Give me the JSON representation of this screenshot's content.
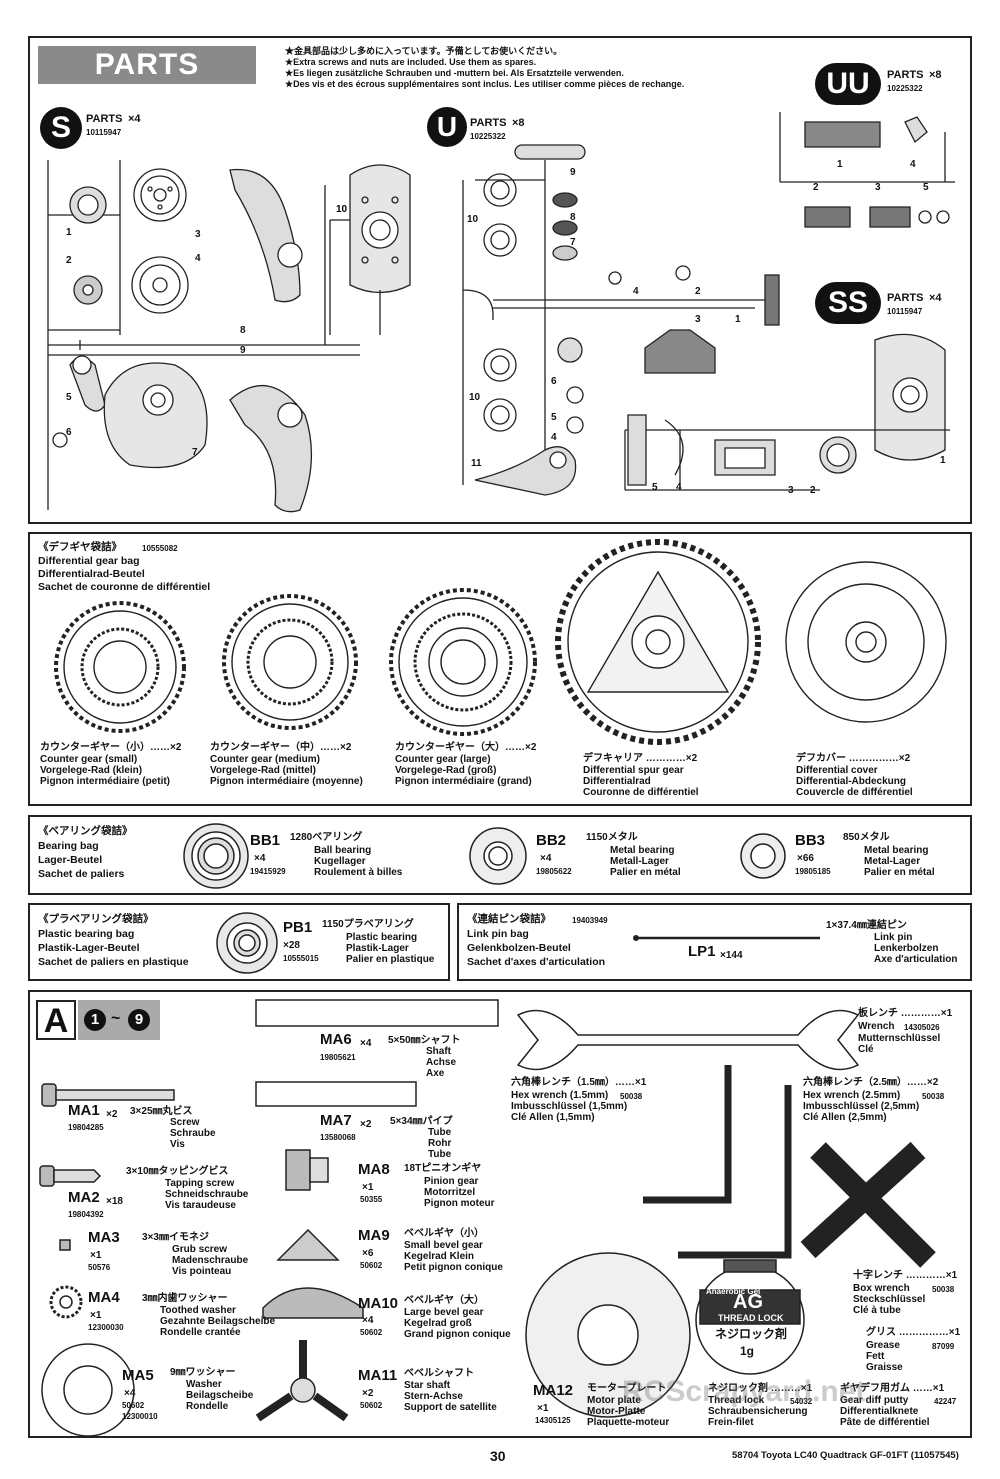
{
  "parts_section": {
    "title": "PARTS",
    "notes": [
      "★金具部品は少し多めに入っています。予備としてお使いください。",
      "★Extra screws and nuts are included. Use them as spares.",
      "★Es liegen zusätzliche Schrauben und -muttern bei. Als Ersatzteile verwenden.",
      "★Des vis et des écrous supplémentaires sont inclus. Les utiliser comme pièces de rechange."
    ],
    "trees": [
      {
        "letter": "S",
        "label": "PARTS",
        "qty": "×4",
        "code": "10115947",
        "numbers": [
          "1",
          "2",
          "3",
          "4",
          "5",
          "6",
          "7",
          "8",
          "9",
          "10"
        ]
      },
      {
        "letter": "U",
        "label": "PARTS",
        "qty": "×8",
        "code": "10225322",
        "numbers": [
          "1",
          "2",
          "3",
          "4",
          "5",
          "6",
          "7",
          "8",
          "9",
          "10",
          "11"
        ]
      },
      {
        "letter": "UU",
        "label": "PARTS",
        "qty": "×8",
        "code": "10225322",
        "numbers": [
          "1",
          "2",
          "3",
          "4",
          "5"
        ]
      },
      {
        "letter": "SS",
        "label": "PARTS",
        "qty": "×4",
        "code": "10115947",
        "numbers": [
          "1",
          "2",
          "3",
          "4",
          "5"
        ]
      }
    ]
  },
  "diff_bag": {
    "title_jp": "《デフギヤ袋詰》",
    "code": "10555082",
    "title_en": "Differential gear bag",
    "title_de": "Differentialrad-Beutel",
    "title_fr": "Sachet de couronne de différentiel",
    "items": [
      {
        "jp": "カウンターギヤー（小）……×2",
        "en": "Counter gear (small)",
        "de": "Vorgelege-Rad (klein)",
        "fr": "Pignon intermédiaire (petit)"
      },
      {
        "jp": "カウンターギヤー（中）……×2",
        "en": "Counter gear (medium)",
        "de": "Vorgelege-Rad (mittel)",
        "fr": "Pignon intermédiaire (moyenne)"
      },
      {
        "jp": "カウンターギヤー（大）……×2",
        "en": "Counter gear (large)",
        "de": "Vorgelege-Rad (groß)",
        "fr": "Pignon intermédiaire (grand)"
      },
      {
        "jp": "デフキャリア …………×2",
        "en": "Differential spur gear",
        "de": "Differentialrad",
        "fr": "Couronne de différentiel"
      },
      {
        "jp": "デフカバー ……………×2",
        "en": "Differential cover",
        "de": "Differential-Abdeckung",
        "fr": "Couvercle de différentiel"
      }
    ]
  },
  "bearing_bag": {
    "title_jp": "《ベアリング袋詰》",
    "title_en": "Bearing bag",
    "title_de": "Lager-Beutel",
    "title_fr": "Sachet de paliers",
    "items": [
      {
        "id": "BB1",
        "qty": "×4",
        "code": "19415929",
        "jp": "1280ベアリング",
        "en": "Ball bearing",
        "de": "Kugellager",
        "fr": "Roulement à billes"
      },
      {
        "id": "BB2",
        "qty": "×4",
        "code": "19805622",
        "jp": "1150メタル",
        "en": "Metal bearing",
        "de": "Metall-Lager",
        "fr": "Palier en métal"
      },
      {
        "id": "BB3",
        "qty": "×66",
        "code": "19805185",
        "jp": "850メタル",
        "en": "Metal bearing",
        "de": "Metal-Lager",
        "fr": "Palier en métal"
      }
    ]
  },
  "plastic_bearing_bag": {
    "title_jp": "《プラベアリング袋詰》",
    "title_en": "Plastic bearing bag",
    "title_de": "Plastik-Lager-Beutel",
    "title_fr": "Sachet de paliers en plastique",
    "item": {
      "id": "PB1",
      "qty": "×28",
      "code": "10555015",
      "jp": "1150プラベアリング",
      "en": "Plastic bearing",
      "de": "Plastik-Lager",
      "fr": "Palier en plastique"
    }
  },
  "link_pin_bag": {
    "title_jp": "《連結ピン袋詰》",
    "code": "19403949",
    "title_en": "Link pin bag",
    "title_de": "Gelenkbolzen-Beutel",
    "title_fr": "Sachet d'axes d'articulation",
    "item": {
      "id": "LP1",
      "qty": "×144",
      "jp": "1×37.4㎜連結ピン",
      "en": "Link pin",
      "de": "Lenkerbolzen",
      "fr": "Axe d'articulation"
    }
  },
  "bag_a": {
    "letter": "A",
    "step_from": "1",
    "sep": "~",
    "step_to": "9",
    "items": [
      {
        "id": "MA1",
        "qty": "×2",
        "code": "19804285",
        "jp": "3×25㎜丸ビス",
        "en": "Screw",
        "de": "Schraube",
        "fr": "Vis"
      },
      {
        "id": "MA2",
        "qty": "×18",
        "code": "19804392",
        "jp": "3×10㎜タッピングビス",
        "en": "Tapping screw",
        "de": "Schneidschraube",
        "fr": "Vis taraudeuse"
      },
      {
        "id": "MA3",
        "qty": "×1",
        "code": "50576",
        "jp": "3×3㎜イモネジ",
        "en": "Grub screw",
        "de": "Madenschraube",
        "fr": "Vis pointeau"
      },
      {
        "id": "MA4",
        "qty": "×1",
        "code": "12300030",
        "jp": "3㎜内歯ワッシャー",
        "en": "Toothed washer",
        "de": "Gezahnte Beilagscheibe",
        "fr": "Rondelle crantée"
      },
      {
        "id": "MA5",
        "qty": "×4",
        "code": "50602",
        "code2": "12300010",
        "jp": "9㎜ワッシャー",
        "en": "Washer",
        "de": "Beilagscheibe",
        "fr": "Rondelle"
      },
      {
        "id": "MA6",
        "qty": "×4",
        "code": "19805621",
        "jp": "5×50㎜シャフト",
        "en": "Shaft",
        "de": "Achse",
        "fr": "Axe"
      },
      {
        "id": "MA7",
        "qty": "×2",
        "code": "13580068",
        "jp": "5×34㎜パイプ",
        "en": "Tube",
        "de": "Rohr",
        "fr": "Tube"
      },
      {
        "id": "MA8",
        "qty": "×1",
        "code": "50355",
        "jp": "18Tピニオンギヤ",
        "en": "Pinion gear",
        "de": "Motorritzel",
        "fr": "Pignon moteur"
      },
      {
        "id": "MA9",
        "qty": "×6",
        "code": "50602",
        "jp": "ベベルギヤ（小）",
        "en": "Small bevel gear",
        "de": "Kegelrad Klein",
        "fr": "Petit pignon conique"
      },
      {
        "id": "MA10",
        "qty": "×4",
        "code": "50602",
        "jp": "ベベルギヤ（大）",
        "en": "Large bevel gear",
        "de": "Kegelrad groß",
        "fr": "Grand pignon conique"
      },
      {
        "id": "MA11",
        "qty": "×2",
        "code": "50602",
        "jp": "ベベルシャフト",
        "en": "Star shaft",
        "de": "Stern-Achse",
        "fr": "Support de satellite"
      },
      {
        "id": "MA12",
        "qty": "×1",
        "code": "14305125",
        "jp": "モータープレート",
        "en": "Motor plate",
        "de": "Motor-Platte",
        "fr": "Plaquette-moteur"
      }
    ],
    "tools": [
      {
        "jp": "板レンチ …………×1",
        "code": "14305026",
        "en": "Wrench",
        "de": "Mutternschlüssel",
        "fr": "Clé"
      },
      {
        "jp": "六角棒レンチ（1.5㎜）……×1",
        "code": "50038",
        "en": "Hex wrench (1.5mm)",
        "de": "Imbusschlüssel (1,5mm)",
        "fr": "Clé Allen (1,5mm)"
      },
      {
        "jp": "六角棒レンチ（2.5㎜）……×2",
        "code": "50038",
        "en": "Hex wrench (2.5mm)",
        "de": "Imbusschlüssel (2,5mm)",
        "fr": "Clé Allen (2,5mm)"
      },
      {
        "jp": "十字レンチ …………×1",
        "code": "50038",
        "en": "Box wrench",
        "de": "Steckschlüssel",
        "fr": "Clé à tube"
      },
      {
        "jp": "グリス ……………×1",
        "code": "87099",
        "en": "Grease",
        "de": "Fett",
        "fr": "Graisse"
      },
      {
        "jp": "ネジロック剤 ………×1",
        "code": "54032",
        "en": "Thread lock",
        "de": "Schraubensicherung",
        "fr": "Frein-filet"
      },
      {
        "jp": "ギヤデフ用ガム ……×1",
        "code": "42247",
        "en": "Gear diff putty",
        "de": "Differentialknete",
        "fr": "Pâte de différentiel"
      }
    ],
    "threadlock_label": {
      "top": "Anaerobic Gel",
      "big": "AG",
      "sub": "THREAD LOCK",
      "jp": "ネジロック剤",
      "size": "1g"
    }
  },
  "footer": {
    "page": "30",
    "model": "58704 Toyota LC40 Quadtrack GF-01FT (11057545)",
    "watermark": "RCScrapyard.net"
  }
}
